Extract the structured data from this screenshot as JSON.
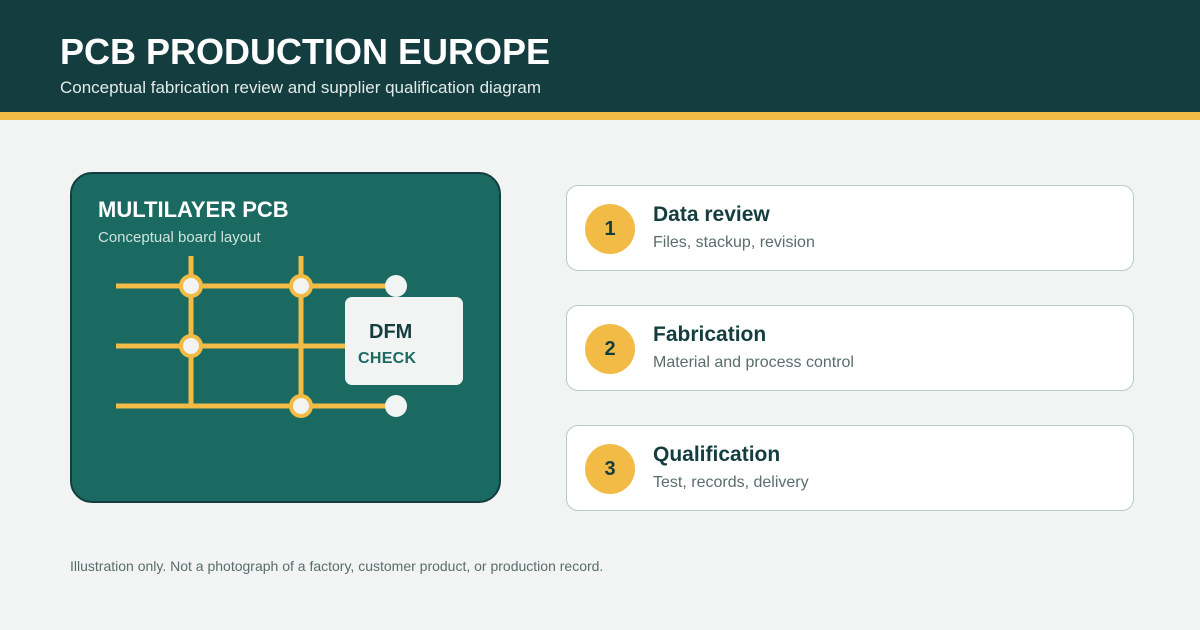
{
  "header": {
    "title": "PCB PRODUCTION EUROPE",
    "subtitle": "Conceptual fabrication review and supplier qualification diagram"
  },
  "board": {
    "title": "MULTILAYER PCB",
    "subtitle": "Conceptual board layout",
    "dfm_label": "DFM",
    "dfm_sublabel": "CHECK"
  },
  "steps": [
    {
      "number": "1",
      "title": "Data review",
      "description": "Files, stackup, revision"
    },
    {
      "number": "2",
      "title": "Fabrication",
      "description": "Material and process control"
    },
    {
      "number": "3",
      "title": "Qualification",
      "description": "Test, records, delivery"
    }
  ],
  "footer": {
    "note": "Illustration only. Not a photograph of a factory, customer product, or production record."
  },
  "colors": {
    "header_bg": "#143d40",
    "accent_yellow": "#f2bb45",
    "board_green": "#1b6a62",
    "page_bg": "#f2f4f3"
  }
}
